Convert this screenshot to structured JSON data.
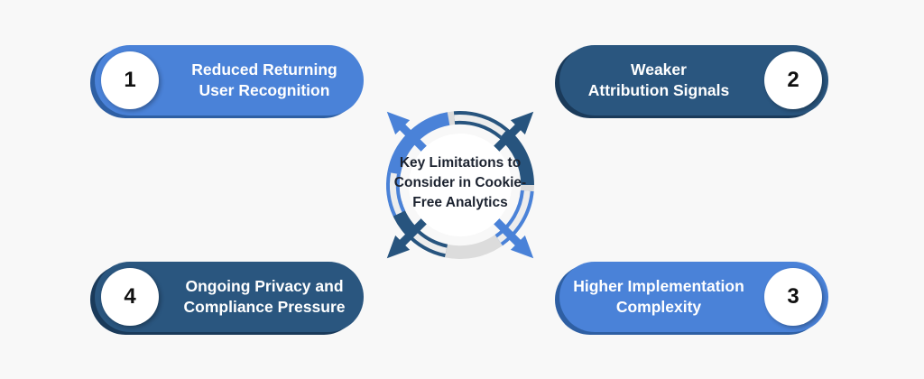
{
  "hub": {
    "title_lines": [
      "Key Limitations to",
      "Consider in Cookie-",
      "Free Analytics"
    ]
  },
  "items": [
    {
      "number": "1",
      "label_lines": [
        "Reduced Returning",
        "User Recognition"
      ],
      "variant": "light-blue",
      "circle_side": "left"
    },
    {
      "number": "2",
      "label_lines": [
        "Weaker",
        "Attribution Signals"
      ],
      "variant": "dark-blue",
      "circle_side": "right"
    },
    {
      "number": "3",
      "label_lines": [
        "Higher Implementation",
        "Complexity"
      ],
      "variant": "light-blue",
      "circle_side": "right"
    },
    {
      "number": "4",
      "label_lines": [
        "Ongoing Privacy and",
        "Compliance Pressure"
      ],
      "variant": "dark-blue",
      "circle_side": "left"
    }
  ],
  "colors": {
    "background": "#f8f8f8",
    "pill_light_blue": "#4a82d8",
    "pill_dark_blue": "#2a567f",
    "pill_light_blue_shadow": "#2e5fa3",
    "pill_dark_blue_shadow": "#1a3a5a",
    "ring_gray": "#dcdcdc",
    "hollow_inner_gray": "#ededed",
    "arrow_light_blue": "#4a82d8",
    "arrow_dark_blue": "#27547e",
    "number_text": "#111111",
    "pill_text": "#ffffff",
    "hub_title_text": "#1c2330"
  },
  "icons": {
    "arrow_top_left": "outward-arrow",
    "arrow_top_right": "outward-arrow",
    "arrow_bottom_left": "outward-arrow",
    "arrow_bottom_right": "outward-arrow"
  }
}
